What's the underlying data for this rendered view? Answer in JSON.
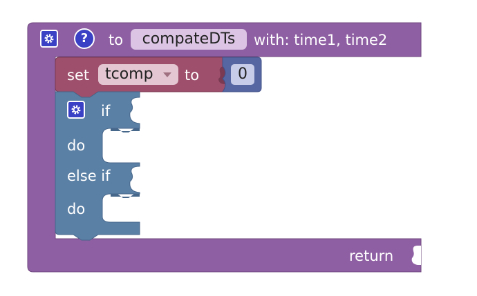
{
  "procedure": {
    "keyword_to": "to",
    "name": "compateDTs",
    "with_label": "with: time1, time2",
    "return_label": "return",
    "help_glyph": "?",
    "color": "#8f5fa3"
  },
  "set_block": {
    "keyword_set": "set",
    "variable": "tcomp",
    "keyword_to": "to",
    "color": "#9e4f6b"
  },
  "number_block": {
    "value": "0",
    "color": "#5566a3"
  },
  "if_block": {
    "if_label": "if",
    "do_label_1": "do",
    "else_if_label": "else if",
    "do_label_2": "do",
    "color": "#5b80a5"
  },
  "icons": {
    "mutator": "gear-icon",
    "help": "question-mark-icon",
    "dropdown": "dropdown-arrow-icon"
  }
}
